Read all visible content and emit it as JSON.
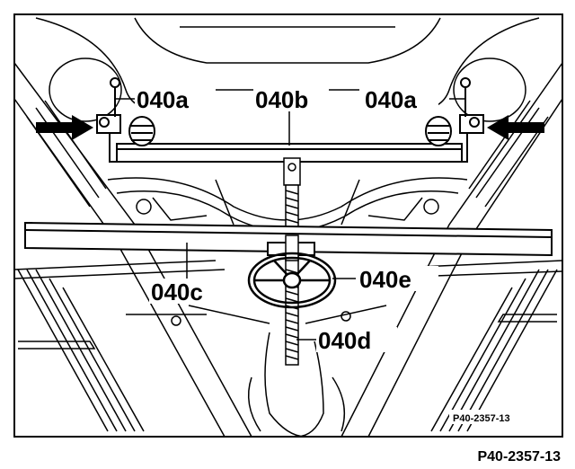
{
  "labels": {
    "a_left": "040a",
    "b": "040b",
    "a_right": "040a",
    "c": "040c",
    "e": "040e",
    "d": "040d"
  },
  "ref_inner": "P40-2357-13",
  "ref_outer": "P40-2357-13"
}
